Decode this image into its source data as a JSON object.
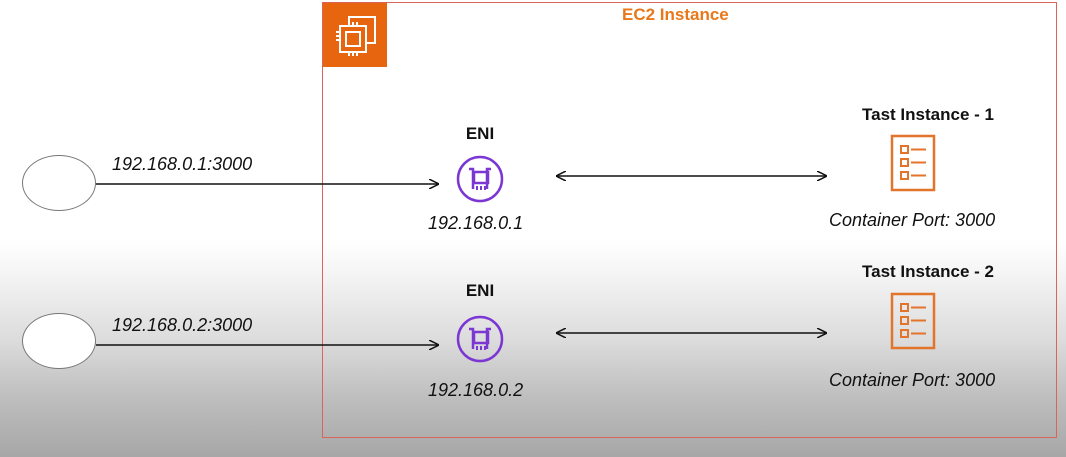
{
  "ec2": {
    "title": "EC2 Instance",
    "icon": "ec2-chip-icon",
    "frame_color": "#d9645a",
    "badge_color": "#e8650f",
    "title_color": "#e8781a"
  },
  "eni_color": "#7b36d3",
  "task_color": "#e3742b",
  "paths": [
    {
      "client_address": "192.168.0.1:3000",
      "eni_label": "ENI",
      "eni_ip": "192.168.0.1",
      "task_title": "Tast Instance - 1",
      "container_port": "Container Port: 3000"
    },
    {
      "client_address": "192.168.0.2:3000",
      "eni_label": "ENI",
      "eni_ip": "192.168.0.2",
      "task_title": "Tast Instance - 2",
      "container_port": "Container Port: 3000"
    }
  ]
}
